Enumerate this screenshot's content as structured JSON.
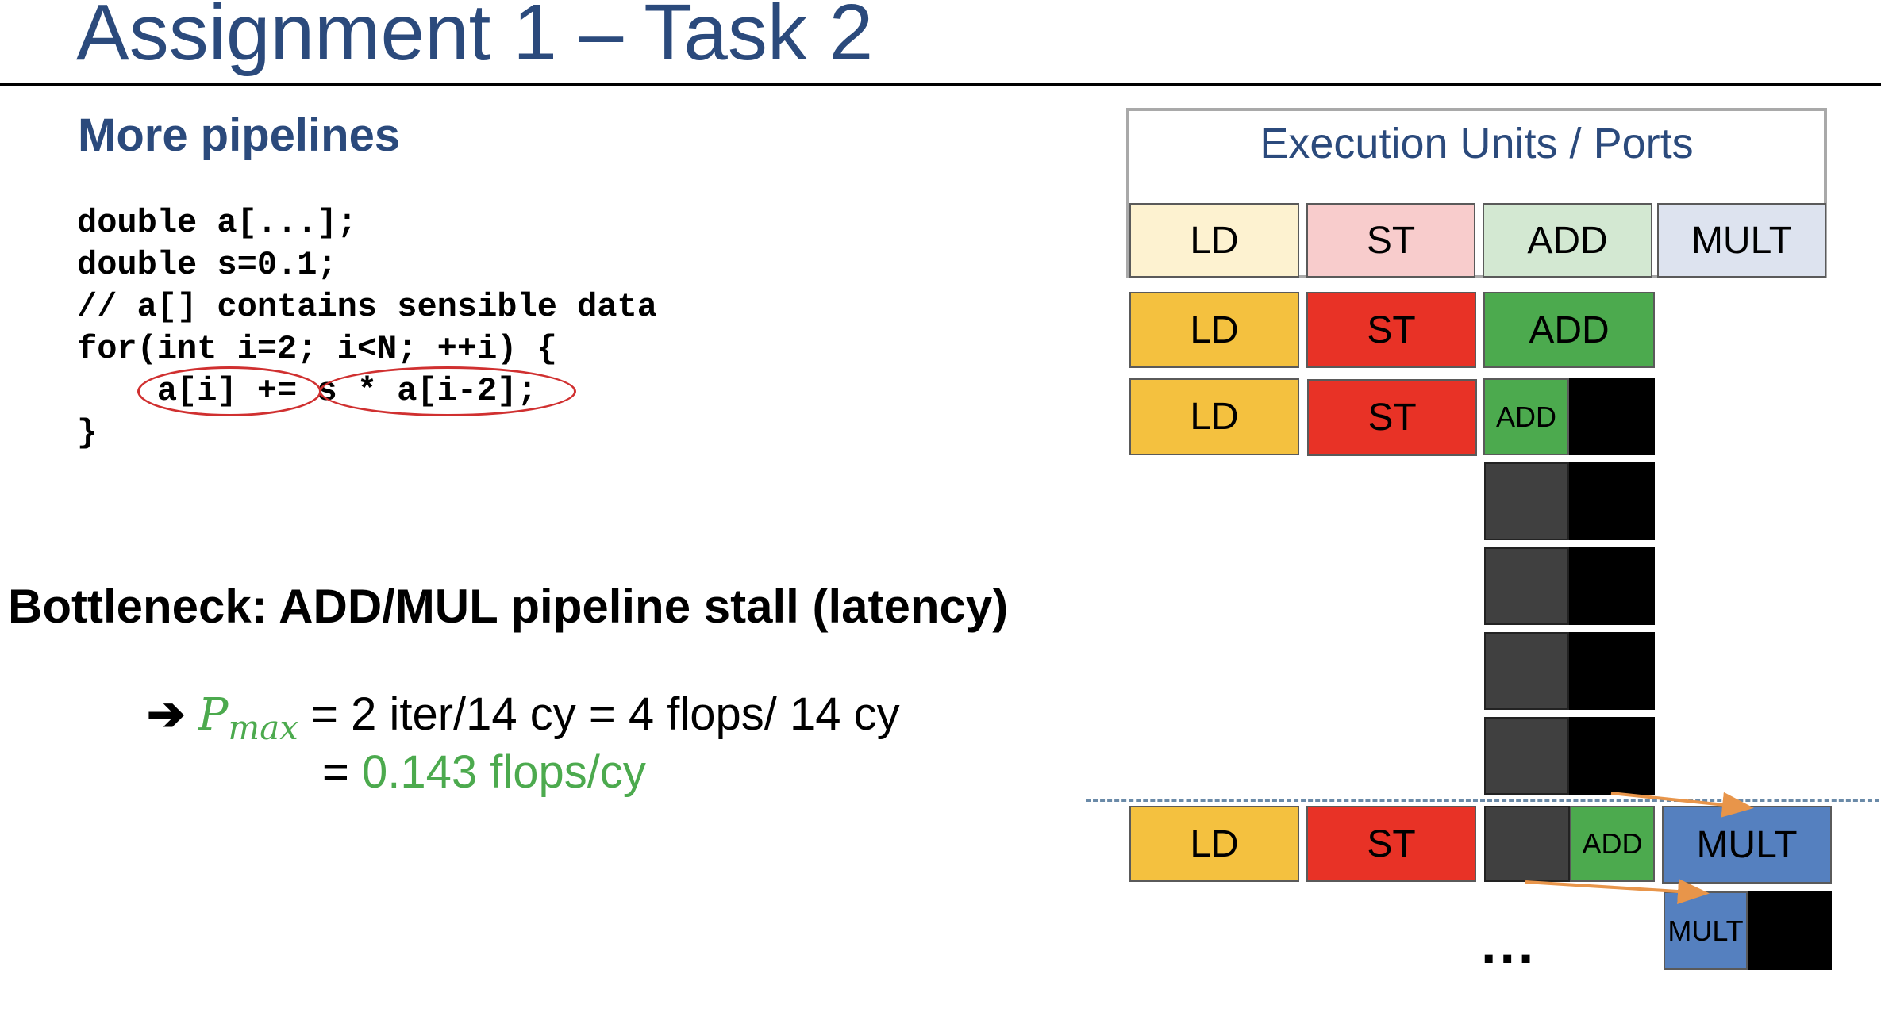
{
  "slide": {
    "title": "Assignment 1 – Task 2",
    "subtitle": "More pipelines"
  },
  "code": {
    "lines": [
      "double a[...];",
      "double s=0.1;",
      "// a[] contains sensible data",
      "for(int i=2; i<N; ++i) {",
      "    a[i] += s * a[i-2];",
      "}"
    ]
  },
  "bottleneck": {
    "text": "Bottleneck: ADD/MUL pipeline stall (latency)"
  },
  "formula": {
    "arrow": "➔",
    "p_symbol": "P",
    "p_subscript": "max",
    "eq1": "= 2 iter/14 cy = 4 flops/ 14 cy",
    "eq2_prefix": "=",
    "eq2_value": "0.143 flops/cy"
  },
  "units": {
    "title": "Execution Units / Ports",
    "headers": [
      "LD",
      "ST",
      "ADD",
      "MULT"
    ],
    "cells": {
      "r1_ld": "LD",
      "r1_st": "ST",
      "r1_add": "ADD",
      "r2_ld": "LD",
      "r2_st": "ST",
      "r2_add": "ADD",
      "r8_ld": "LD",
      "r8_st": "ST",
      "r8_add": "ADD",
      "r8_mult": "MULT",
      "r9_mult": "MULT"
    },
    "ellipsis": "..."
  },
  "colors": {
    "header_ld": "#fdf2d0",
    "header_st": "#f8cccc",
    "header_add": "#d3e8d2",
    "header_mult": "#dde3ef",
    "ld": "#f4c13f",
    "st": "#e83226",
    "add": "#4caa4e",
    "mult": "#5580bf",
    "dark": "#404040",
    "black": "#000000",
    "accent": "#2b4a7c",
    "highlight": "#d03030",
    "arrow": "#e8954a"
  }
}
